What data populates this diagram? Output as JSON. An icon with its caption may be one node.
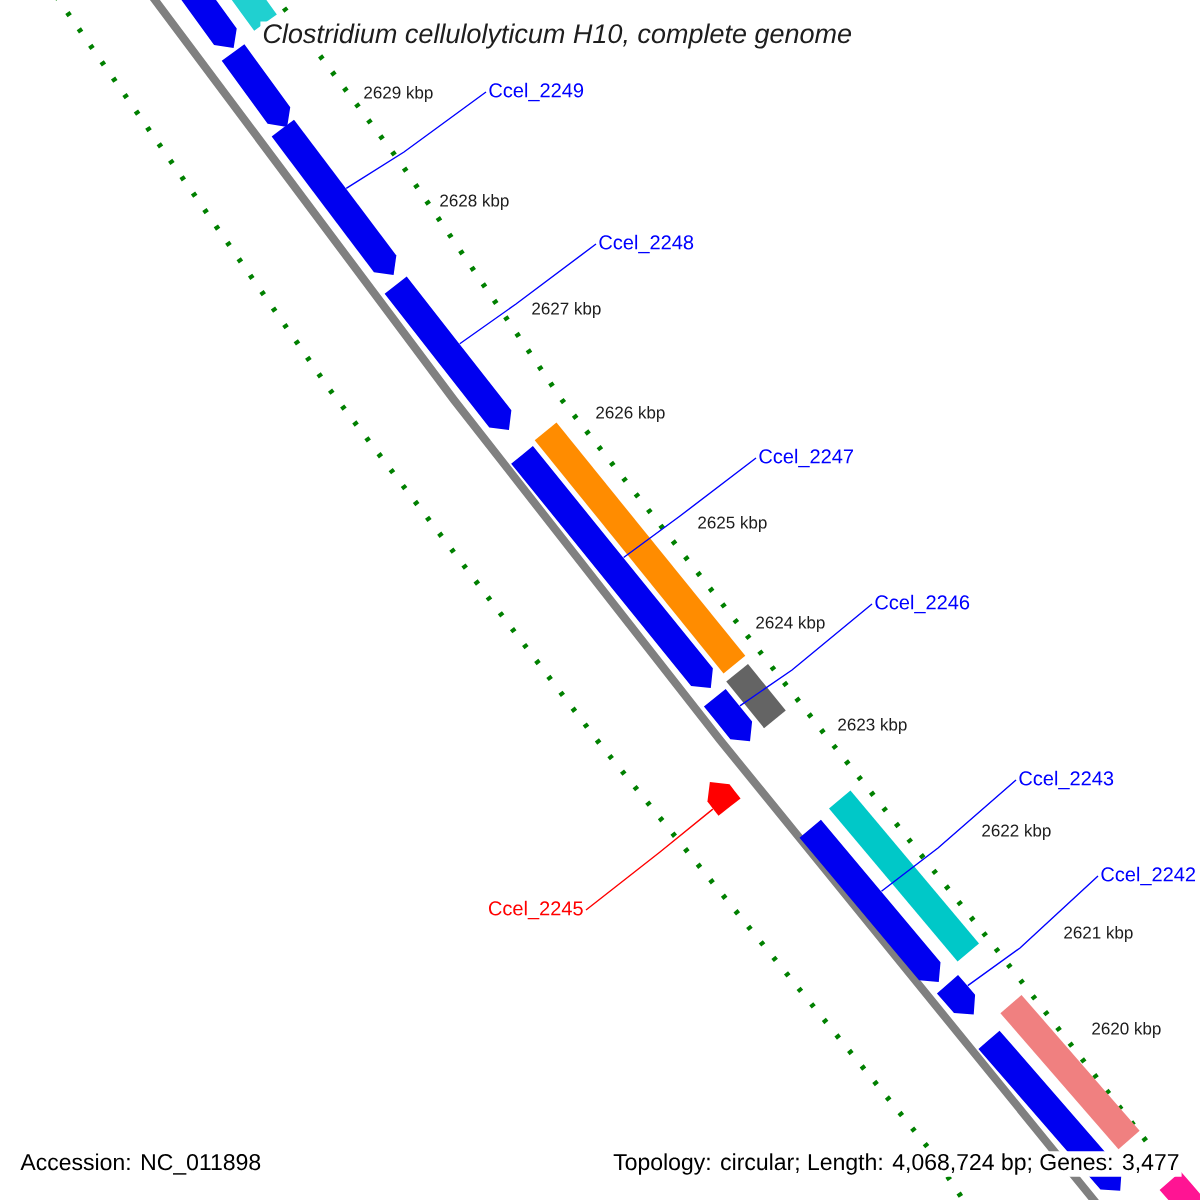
{
  "diagram": {
    "title": "Clostridium cellulolyticum H10, complete genome",
    "nodes": [
      {
        "text": [
          "Ccel_2249"
        ]
      },
      {
        "text": [
          "Ccel_2248"
        ]
      },
      {
        "text": [
          "Ccel_2247"
        ]
      },
      {
        "text": [
          "Ccel_2246"
        ]
      },
      {
        "text": [
          "Ccel_2243"
        ]
      },
      {
        "text": [
          "Ccel_2242"
        ]
      },
      {
        "text": [
          "Ccel_2245"
        ]
      },
      {
        "text": [],
        "shape": "arrow"
      },
      {
        "text": [],
        "shape": "arrow"
      },
      {
        "text": [],
        "shape": "arrow"
      },
      {
        "text": [],
        "shape": "arrow"
      },
      {
        "text": [],
        "shape": "arrow"
      },
      {
        "text": [],
        "shape": "bar"
      },
      {
        "text": [],
        "shape": "arrow"
      },
      {
        "text": [],
        "shape": "bar"
      },
      {
        "text": [],
        "shape": "arrow"
      },
      {
        "text": [],
        "shape": "arrow"
      },
      {
        "text": [],
        "shape": "bar"
      },
      {
        "text": [],
        "shape": "arrow"
      },
      {
        "text": [],
        "shape": "arrow"
      },
      {
        "text": [],
        "shape": "bar"
      },
      {
        "text": [],
        "shape": "arrow"
      },
      {
        "text": [],
        "shape": "arrow"
      }
    ],
    "edges": [
      {
        "from": 0,
        "to": 10,
        "arrow": "none"
      },
      {
        "from": 1,
        "to": 11,
        "arrow": "none"
      },
      {
        "from": 2,
        "to": 13,
        "arrow": "none"
      },
      {
        "from": 3,
        "to": 15,
        "arrow": "none"
      },
      {
        "from": 4,
        "to": 18,
        "arrow": "none"
      },
      {
        "from": 5,
        "to": 19,
        "arrow": "none"
      },
      {
        "from": 6,
        "to": 16,
        "arrow": "none",
        "color": "#ff0000"
      }
    ],
    "labels": [
      "2629 kbp",
      "2628 kbp",
      "2627 kbp",
      "2626 kbp",
      "2625 kbp",
      "2624 kbp",
      "2623 kbp",
      "2622 kbp",
      "2621 kbp",
      "2620 kbp",
      "Accession: NC_011898",
      "Topology: circular; Length: 4,068,724 bp; Genes: 3,477"
    ]
  }
}
